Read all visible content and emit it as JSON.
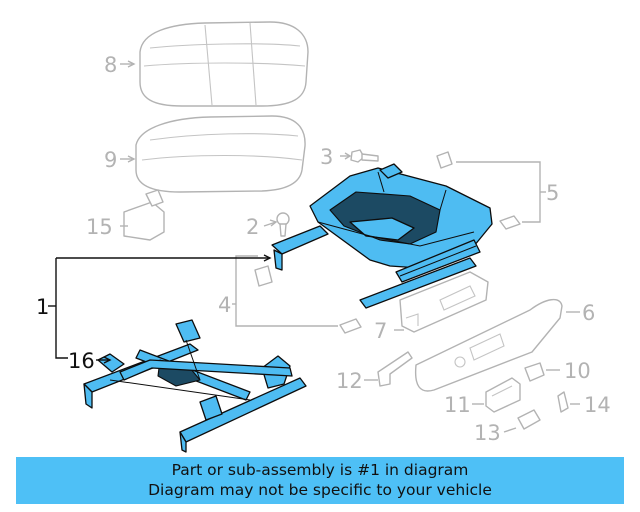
{
  "callouts": {
    "c1": "1",
    "c2": "2",
    "c3": "3",
    "c4": "4",
    "c5": "5",
    "c6": "6",
    "c7": "7",
    "c8": "8",
    "c9": "9",
    "c10": "10",
    "c11": "11",
    "c12": "12",
    "c13": "13",
    "c14": "14",
    "c15": "15",
    "c16": "16"
  },
  "highlight_color": "#4ebcf2",
  "footer": {
    "line1": "Part or sub-assembly is #1 in diagram",
    "line2": "Diagram may not be specific to your vehicle",
    "background": "#4ec0f6"
  }
}
